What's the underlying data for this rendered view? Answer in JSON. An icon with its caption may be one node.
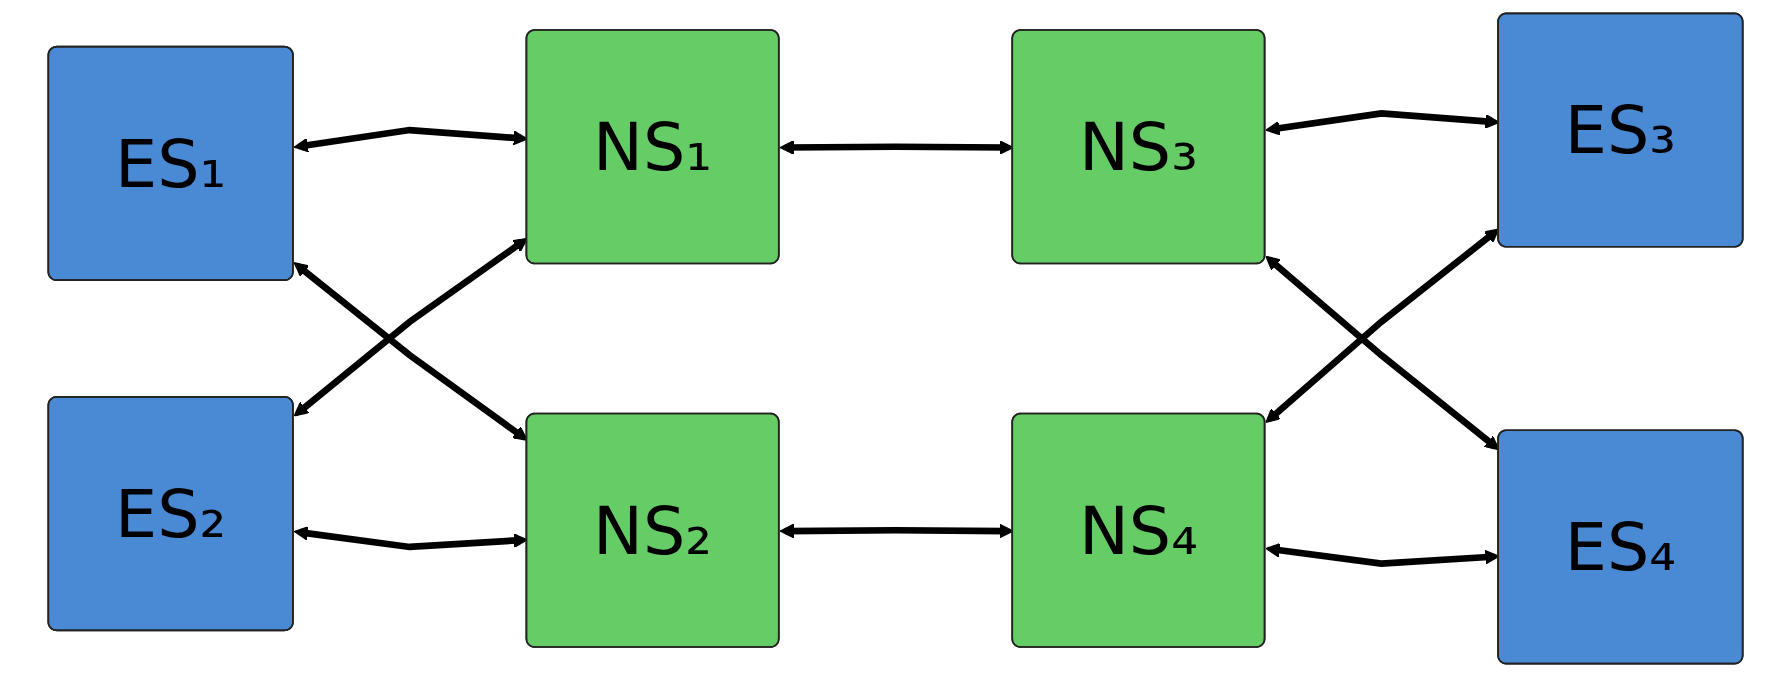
{
  "diagram": {
    "nodes": [
      {
        "text": [
          "ES₁"
        ]
      },
      {
        "text": [
          "ES₂"
        ]
      },
      {
        "text": [
          "NS₁"
        ]
      },
      {
        "text": [
          "NS₂"
        ]
      },
      {
        "text": [
          "NS₃"
        ]
      },
      {
        "text": [
          "NS₄"
        ]
      },
      {
        "text": [
          "ES₃"
        ]
      },
      {
        "text": [
          "ES₄"
        ]
      }
    ],
    "edges": [
      {
        "from": 0,
        "to": 2,
        "arrow": "both"
      },
      {
        "from": 0,
        "to": 3,
        "arrow": "both"
      },
      {
        "from": 1,
        "to": 2,
        "arrow": "both"
      },
      {
        "from": 1,
        "to": 3,
        "arrow": "both"
      },
      {
        "from": 2,
        "to": 4,
        "arrow": "both"
      },
      {
        "from": 3,
        "to": 5,
        "arrow": "both"
      },
      {
        "from": 4,
        "to": 6,
        "arrow": "both"
      },
      {
        "from": 5,
        "to": 6,
        "arrow": "both"
      },
      {
        "from": 4,
        "to": 7,
        "arrow": "both"
      },
      {
        "from": 5,
        "to": 7,
        "arrow": "both"
      }
    ]
  }
}
